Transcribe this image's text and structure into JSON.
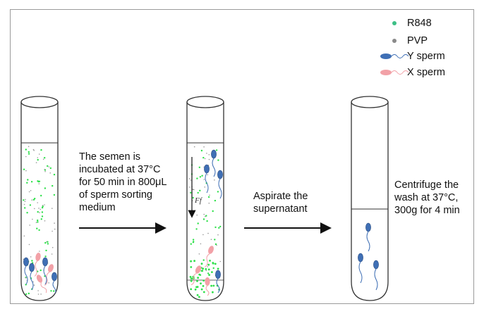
{
  "legend": [
    {
      "marker": "dot",
      "color": "#3dbf86",
      "label": "R848"
    },
    {
      "marker": "dot",
      "color": "#8a8a8a",
      "label": "PVP"
    },
    {
      "marker": "sperm",
      "color": "#3f6fb5",
      "label": "Y sperm"
    },
    {
      "marker": "sperm",
      "color": "#f4a0a6",
      "label": "X sperm"
    }
  ],
  "steps": [
    {
      "lines": [
        "The semen is",
        "incubated at 37°C",
        "for 50 min in 800μL",
        "of sperm sorting",
        "medium"
      ]
    },
    {
      "lines": [
        "Aspirate the",
        "supernatant"
      ]
    },
    {
      "lines": [
        "Centrifuge the",
        "wash at 37°C,",
        "300g for 4 min"
      ]
    }
  ],
  "force_label": "Ff",
  "colors": {
    "r848": "#2ee04a",
    "pvp": "#999999",
    "y_sperm": "#3f6fb5",
    "x_sperm": "#f2a1a7",
    "tube": "#333333",
    "arrow": "#111111"
  }
}
